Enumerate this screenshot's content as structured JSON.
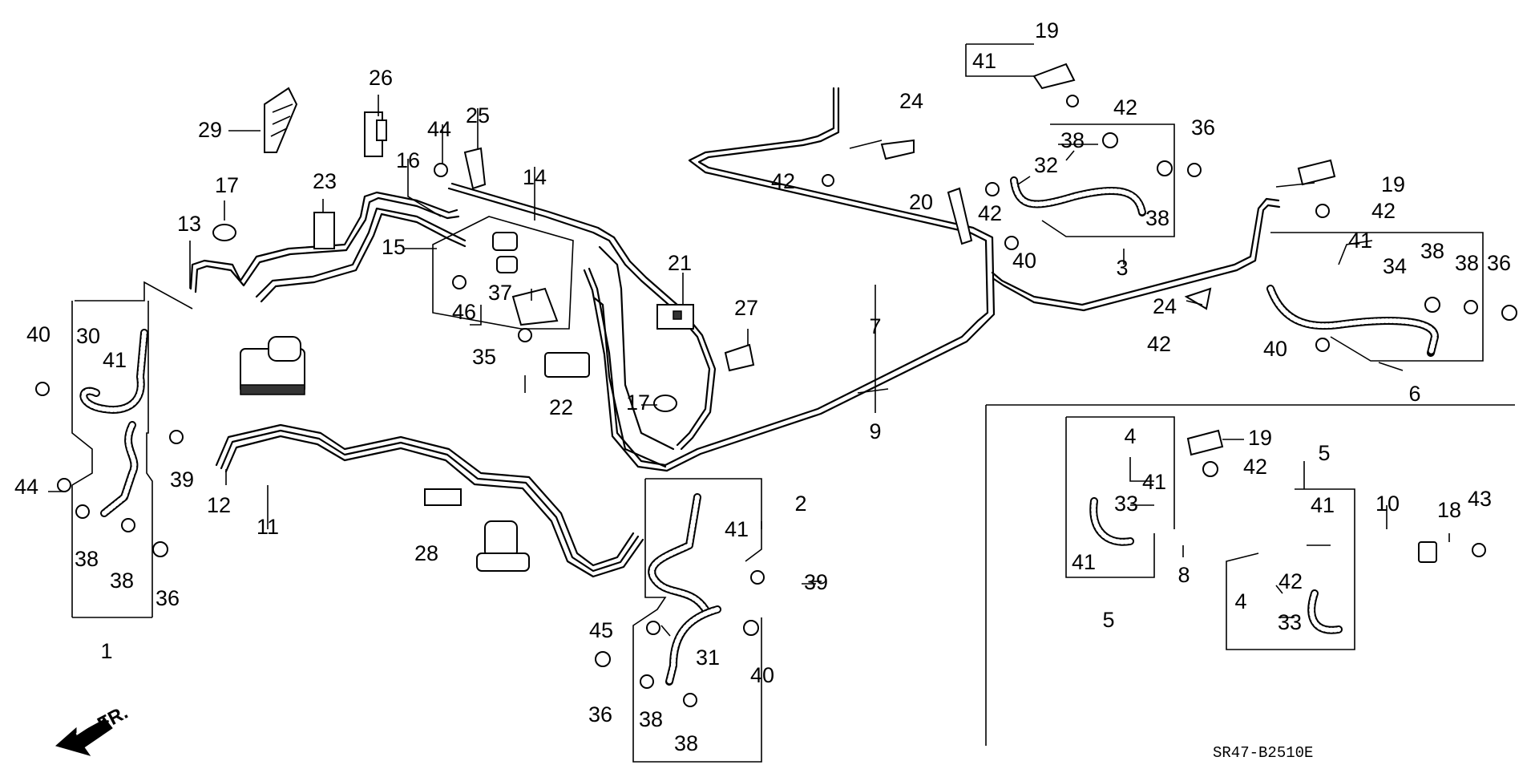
{
  "diagram": {
    "code": "SR47-B2510E",
    "front_label": "FR.",
    "callouts": [
      {
        "text": "1"
      },
      {
        "text": "2"
      },
      {
        "text": "3"
      },
      {
        "text": "4"
      },
      {
        "text": "4"
      },
      {
        "text": "5"
      },
      {
        "text": "5"
      },
      {
        "text": "6"
      },
      {
        "text": "7"
      },
      {
        "text": "8"
      },
      {
        "text": "9"
      },
      {
        "text": "10"
      },
      {
        "text": "11"
      },
      {
        "text": "12"
      },
      {
        "text": "13"
      },
      {
        "text": "14"
      },
      {
        "text": "15"
      },
      {
        "text": "16"
      },
      {
        "text": "17"
      },
      {
        "text": "17"
      },
      {
        "text": "18"
      },
      {
        "text": "19"
      },
      {
        "text": "19"
      },
      {
        "text": "19"
      },
      {
        "text": "20"
      },
      {
        "text": "21"
      },
      {
        "text": "22"
      },
      {
        "text": "23"
      },
      {
        "text": "24"
      },
      {
        "text": "24"
      },
      {
        "text": "25"
      },
      {
        "text": "26"
      },
      {
        "text": "27"
      },
      {
        "text": "28"
      },
      {
        "text": "29"
      },
      {
        "text": "30"
      },
      {
        "text": "31"
      },
      {
        "text": "32"
      },
      {
        "text": "33"
      },
      {
        "text": "33"
      },
      {
        "text": "34"
      },
      {
        "text": "35"
      },
      {
        "text": "36"
      },
      {
        "text": "36"
      },
      {
        "text": "36"
      },
      {
        "text": "36"
      },
      {
        "text": "37"
      },
      {
        "text": "38"
      },
      {
        "text": "38"
      },
      {
        "text": "38"
      },
      {
        "text": "38"
      },
      {
        "text": "38"
      },
      {
        "text": "38"
      },
      {
        "text": "38"
      },
      {
        "text": "38"
      },
      {
        "text": "39"
      },
      {
        "text": "39"
      },
      {
        "text": "40"
      },
      {
        "text": "40"
      },
      {
        "text": "40"
      },
      {
        "text": "40"
      },
      {
        "text": "41"
      },
      {
        "text": "41"
      },
      {
        "text": "41"
      },
      {
        "text": "41"
      },
      {
        "text": "41"
      },
      {
        "text": "41"
      },
      {
        "text": "41"
      },
      {
        "text": "42"
      },
      {
        "text": "42"
      },
      {
        "text": "42"
      },
      {
        "text": "42"
      },
      {
        "text": "42"
      },
      {
        "text": "42"
      },
      {
        "text": "42"
      },
      {
        "text": "43"
      },
      {
        "text": "44"
      },
      {
        "text": "44"
      },
      {
        "text": "45"
      },
      {
        "text": "46"
      }
    ]
  }
}
